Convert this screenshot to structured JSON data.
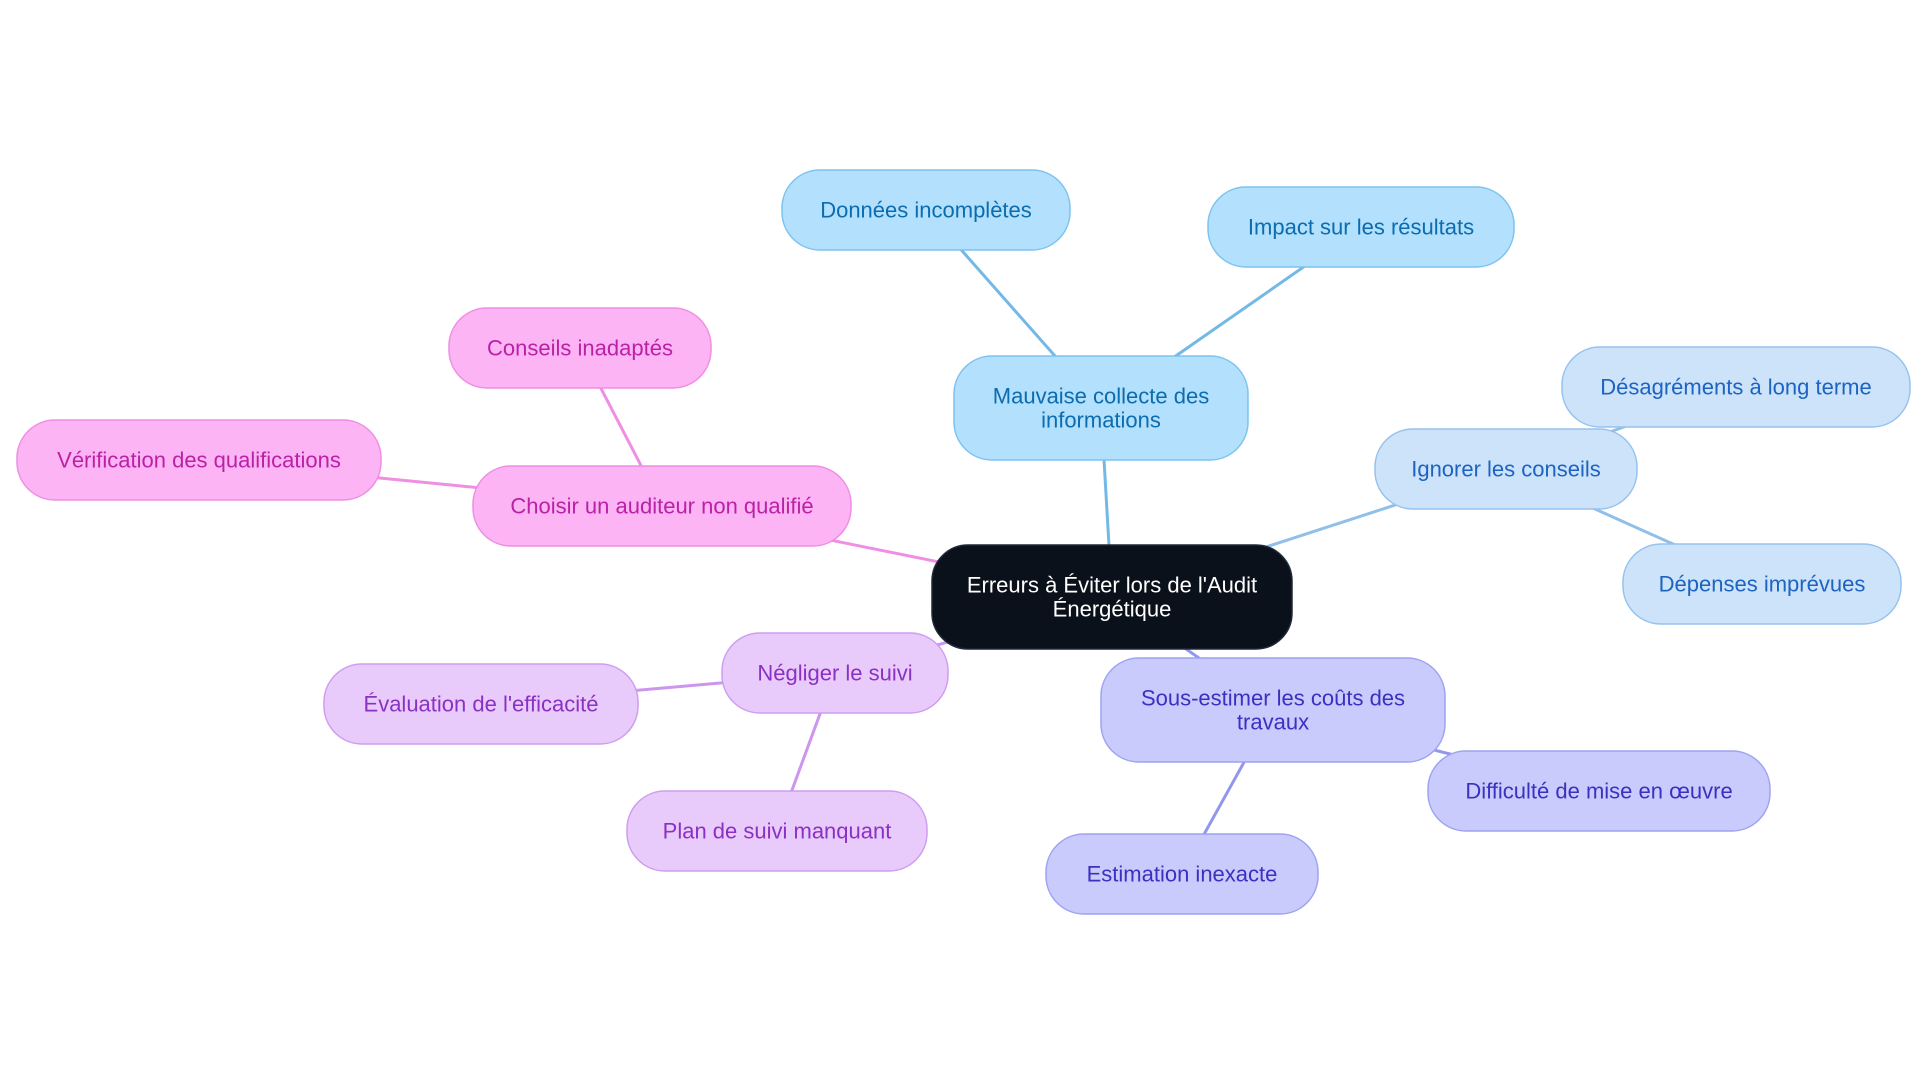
{
  "diagram": {
    "root": {
      "id": "root",
      "lines": [
        "Erreurs à Éviter lors de l'Audit",
        "Énergétique"
      ]
    },
    "branches": [
      {
        "id": "mauvaise-collecte",
        "lines": [
          "Mauvaise collecte des",
          "informations"
        ],
        "children": [
          {
            "id": "donnees-incompletes",
            "lines": [
              "Données incomplètes"
            ]
          },
          {
            "id": "impact-resultats",
            "lines": [
              "Impact sur les résultats"
            ]
          }
        ]
      },
      {
        "id": "ignorer-conseils",
        "lines": [
          "Ignorer les conseils"
        ],
        "children": [
          {
            "id": "desagrements",
            "lines": [
              "Désagréments à long terme"
            ]
          },
          {
            "id": "depenses",
            "lines": [
              "Dépenses imprévues"
            ]
          }
        ]
      },
      {
        "id": "sous-estimer",
        "lines": [
          "Sous-estimer les coûts des",
          "travaux"
        ],
        "children": [
          {
            "id": "estimation-inexacte",
            "lines": [
              "Estimation inexacte"
            ]
          },
          {
            "id": "difficulte",
            "lines": [
              "Difficulté de mise en œuvre"
            ]
          }
        ]
      },
      {
        "id": "negliger-suivi",
        "lines": [
          "Négliger le suivi"
        ],
        "children": [
          {
            "id": "evaluation",
            "lines": [
              "Évaluation de l'efficacité"
            ]
          },
          {
            "id": "plan-suivi",
            "lines": [
              "Plan de suivi manquant"
            ]
          }
        ]
      },
      {
        "id": "choisir-auditeur",
        "lines": [
          "Choisir un auditeur non qualifié"
        ],
        "children": [
          {
            "id": "conseils-inadaptes",
            "lines": [
              "Conseils inadaptés"
            ]
          },
          {
            "id": "verification",
            "lines": [
              "Vérification des qualifications"
            ]
          }
        ]
      }
    ]
  },
  "colors": {
    "root": {
      "fill": "#0b111b",
      "stroke": "#1f2937",
      "text": "#ffffff"
    },
    "mauvaise-collecte": {
      "fill": "#b3e0fc",
      "stroke": "#7cc3ef",
      "text": "#0b6cb0",
      "edge": "#74b9e6"
    },
    "ignorer-conseils": {
      "fill": "#cce3fa",
      "stroke": "#96c2ee",
      "text": "#1d63c2",
      "edge": "#90bfea"
    },
    "sous-estimer": {
      "fill": "#c8cbfc",
      "stroke": "#9ea3f0",
      "text": "#3a31c0",
      "edge": "#9198ec"
    },
    "negliger-suivi": {
      "fill": "#e8cafb",
      "stroke": "#cf9cf1",
      "text": "#8a31c4",
      "edge": "#cc95ee"
    },
    "choisir-auditeur": {
      "fill": "#fcb4f4",
      "stroke": "#ef8de3",
      "text": "#bb21a6",
      "edge": "#ef8ee2"
    }
  }
}
